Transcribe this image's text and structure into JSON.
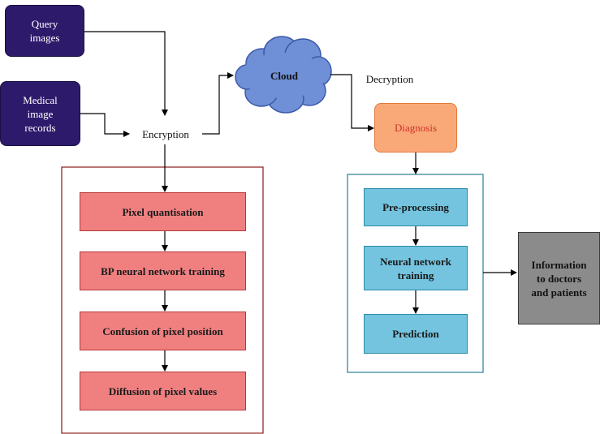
{
  "nodes": {
    "query_images": "Query\nimages",
    "medical_image_records": "Medical\nimage\nrecords",
    "encryption": "Encryption",
    "cloud": "Cloud",
    "decryption": "Decryption",
    "diagnosis": "Diagnosis",
    "information": "Information\nto doctors\nand patients"
  },
  "encryption_steps": [
    "Pixel quantisation",
    "BP neural network training",
    "Confusion of pixel position",
    "Diffusion of pixel values"
  ],
  "diagnosis_steps": [
    "Pre-processing",
    "Neural network\ntraining",
    "Prediction"
  ],
  "colors": {
    "input_box": "#2e1a6b",
    "encryption_step": "#f08080",
    "encryption_group_border": "#8b1a1a",
    "diagnosis_step": "#74c4df",
    "diagnosis_group_border": "#2a7f95",
    "cloud_fill": "#6f8fd6",
    "diagnosis_box": "#f9a978",
    "diagnosis_text": "#d0312d",
    "output_box": "#8b8b8b"
  }
}
